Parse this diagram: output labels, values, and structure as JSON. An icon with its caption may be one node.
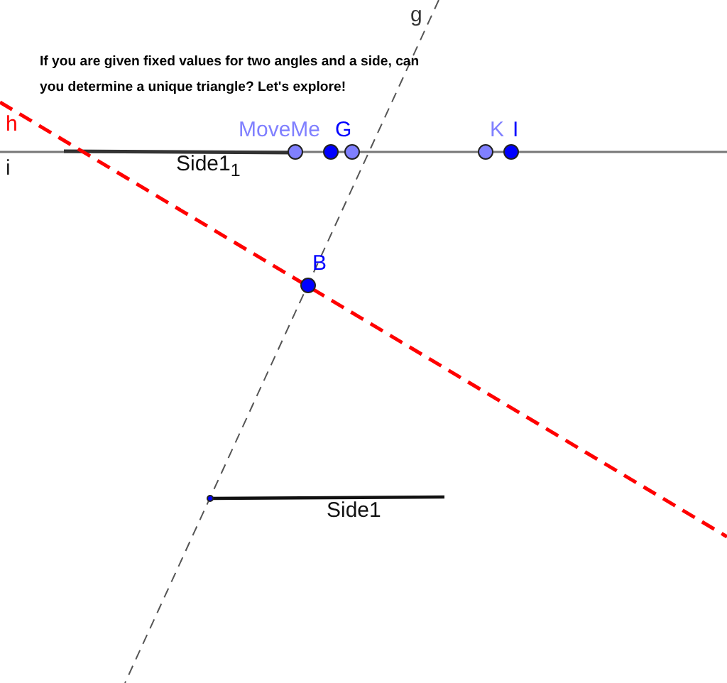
{
  "diagram": {
    "labels": [
      "If you are given fixed values for two angles and a side, can you determine a unique triangle? Let's explore!",
      "g",
      "h",
      "i",
      "MoveMe",
      "G",
      "K",
      "I",
      "Side1$_{1}$",
      "B",
      "Side1"
    ]
  }
}
